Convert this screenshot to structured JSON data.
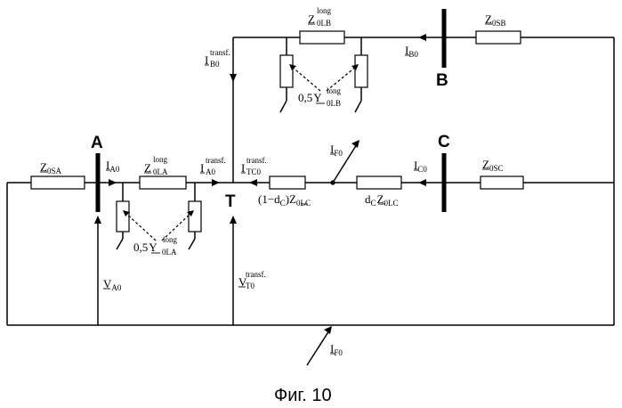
{
  "caption": "Фиг. 10",
  "nodes": {
    "A": "A",
    "B": "B",
    "C": "C",
    "T": "T"
  },
  "labels": {
    "z0sa": {
      "main": "Z",
      "sub": "0SA"
    },
    "z0sb": {
      "main": "Z",
      "sub": "0SB"
    },
    "z0sc": {
      "main": "Z",
      "sub": "0SC"
    },
    "z0la": {
      "main": "Z",
      "sup": "long",
      "sub": "0LA"
    },
    "z0lb": {
      "main": "Z",
      "sup": "long",
      "sub": "0LB"
    },
    "y0la": {
      "pre": "0,5",
      "main": "Y",
      "sup": "long",
      "sub": "0LA"
    },
    "y0lb": {
      "pre": "0,5",
      "main": "Y",
      "sup": "long",
      "sub": "0LB"
    },
    "ia0": {
      "main": "I",
      "sub": "A0"
    },
    "ia0t": {
      "main": "I",
      "sup": "transf.",
      "sub": "A0"
    },
    "ib0": {
      "main": "I",
      "sub": "B0"
    },
    "ib0t": {
      "main": "I",
      "sup": "transf.",
      "sub": "B0"
    },
    "ic0": {
      "main": "I",
      "sub": "C0"
    },
    "itc0t": {
      "main": "I",
      "sup": "transf.",
      "sub": "TC0"
    },
    "if0": {
      "main": "I",
      "sub": "F0"
    },
    "if0b": {
      "main": "I",
      "sub": "F0"
    },
    "va0": {
      "main": "V",
      "sub": "A0"
    },
    "vt0": {
      "main": "V",
      "sup": "transf.",
      "sub": "T0"
    },
    "z0lc_left": {
      "pre": "(1−d",
      "pre_sub": "C",
      "mid": ")",
      "main": "Z",
      "sub": "0LC"
    },
    "z0lc_right": {
      "pre": "d",
      "pre_sub": "C",
      "main": "Z",
      "sub": "0LC"
    }
  }
}
